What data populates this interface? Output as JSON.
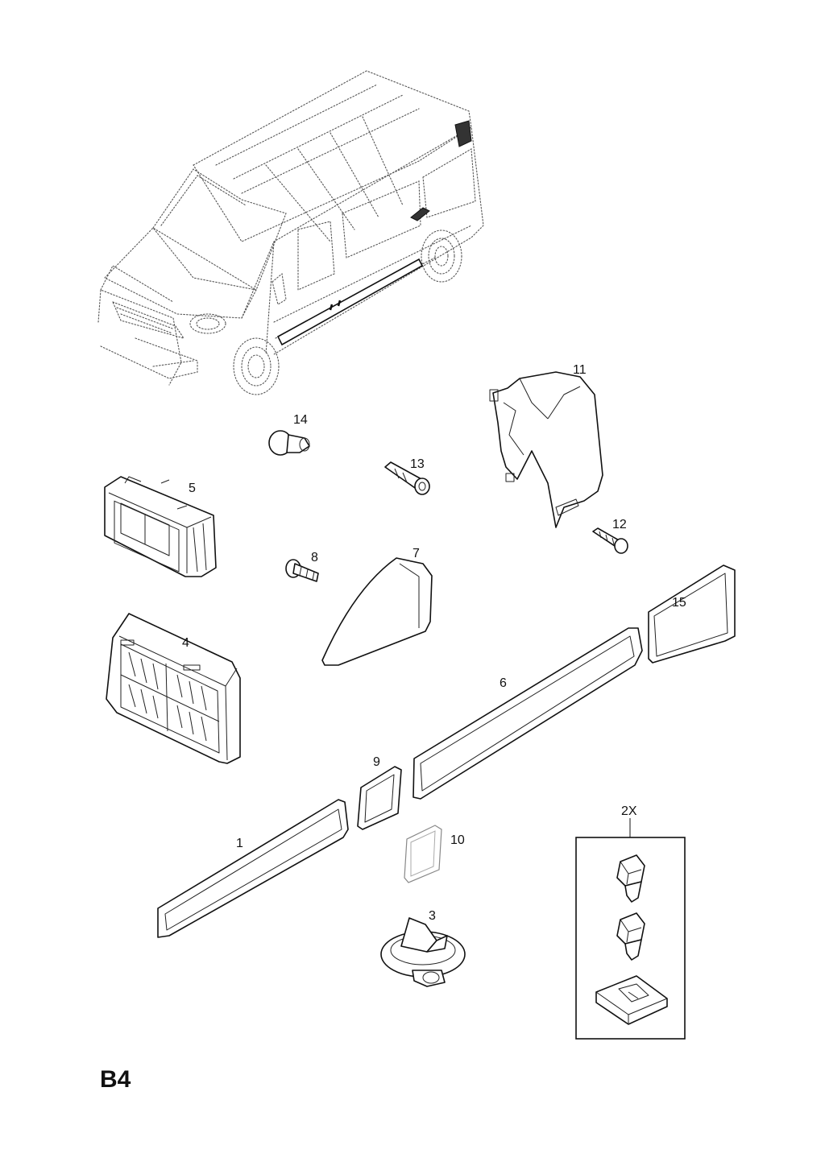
{
  "page": {
    "reference": "B4"
  },
  "callouts": {
    "c1": "1",
    "c3": "3",
    "c4": "4",
    "c5": "5",
    "c6": "6",
    "c7": "7",
    "c8": "8",
    "c9": "9",
    "c10": "10",
    "c11": "11",
    "c12": "12",
    "c13": "13",
    "c14": "14",
    "c15": "15",
    "c2x": "2X"
  }
}
